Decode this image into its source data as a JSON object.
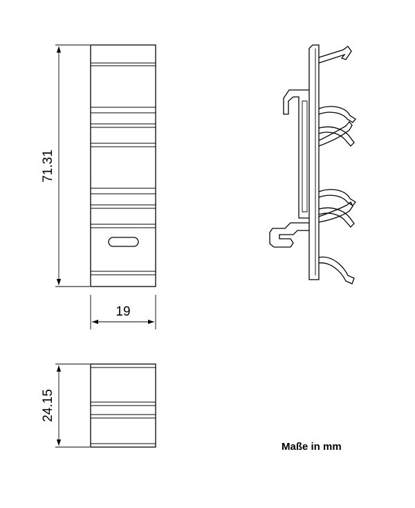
{
  "dimensions": {
    "height_main": "71.31",
    "width": "19",
    "height_short": "24.15"
  },
  "unit_note": "Maße in mm"
}
